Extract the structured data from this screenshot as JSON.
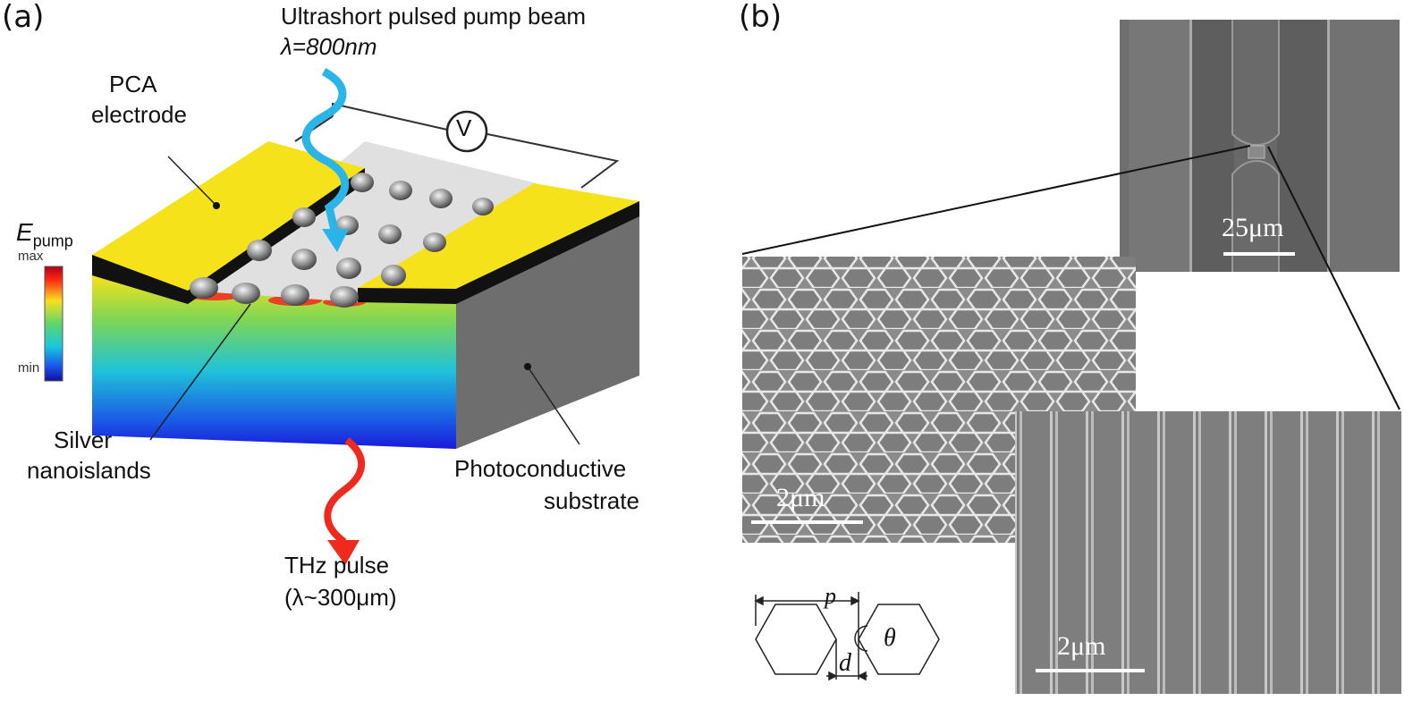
{
  "panel_a": {
    "label": "(a)",
    "pump_beam_line1": "Ultrashort pulsed pump beam",
    "pump_beam_line2": "λ=800nm",
    "electrode_line1": "PCA",
    "electrode_line2": "electrode",
    "voltmeter": "V",
    "colorbar": {
      "symbol": "E",
      "subscript": "pump",
      "max": "max",
      "min": "min"
    },
    "nanoislands_line1": "Silver",
    "nanoislands_line2": "nanoislands",
    "substrate_line1": "Photoconductive",
    "substrate_line2": "substrate",
    "thz_line1": "THz pulse",
    "thz_line2": "(λ~300μm)",
    "colors": {
      "electrode": "#f5e21b",
      "pump": "#2ab4e8",
      "thz": "#ee2a1e",
      "substrate_side": "#6e6e6e"
    }
  },
  "panel_b": {
    "label": "(b)",
    "scale_top": "25μm",
    "scale_left": "2μm",
    "scale_right": "2μm",
    "geometry": {
      "p": "p",
      "d": "d",
      "theta": "θ"
    }
  }
}
